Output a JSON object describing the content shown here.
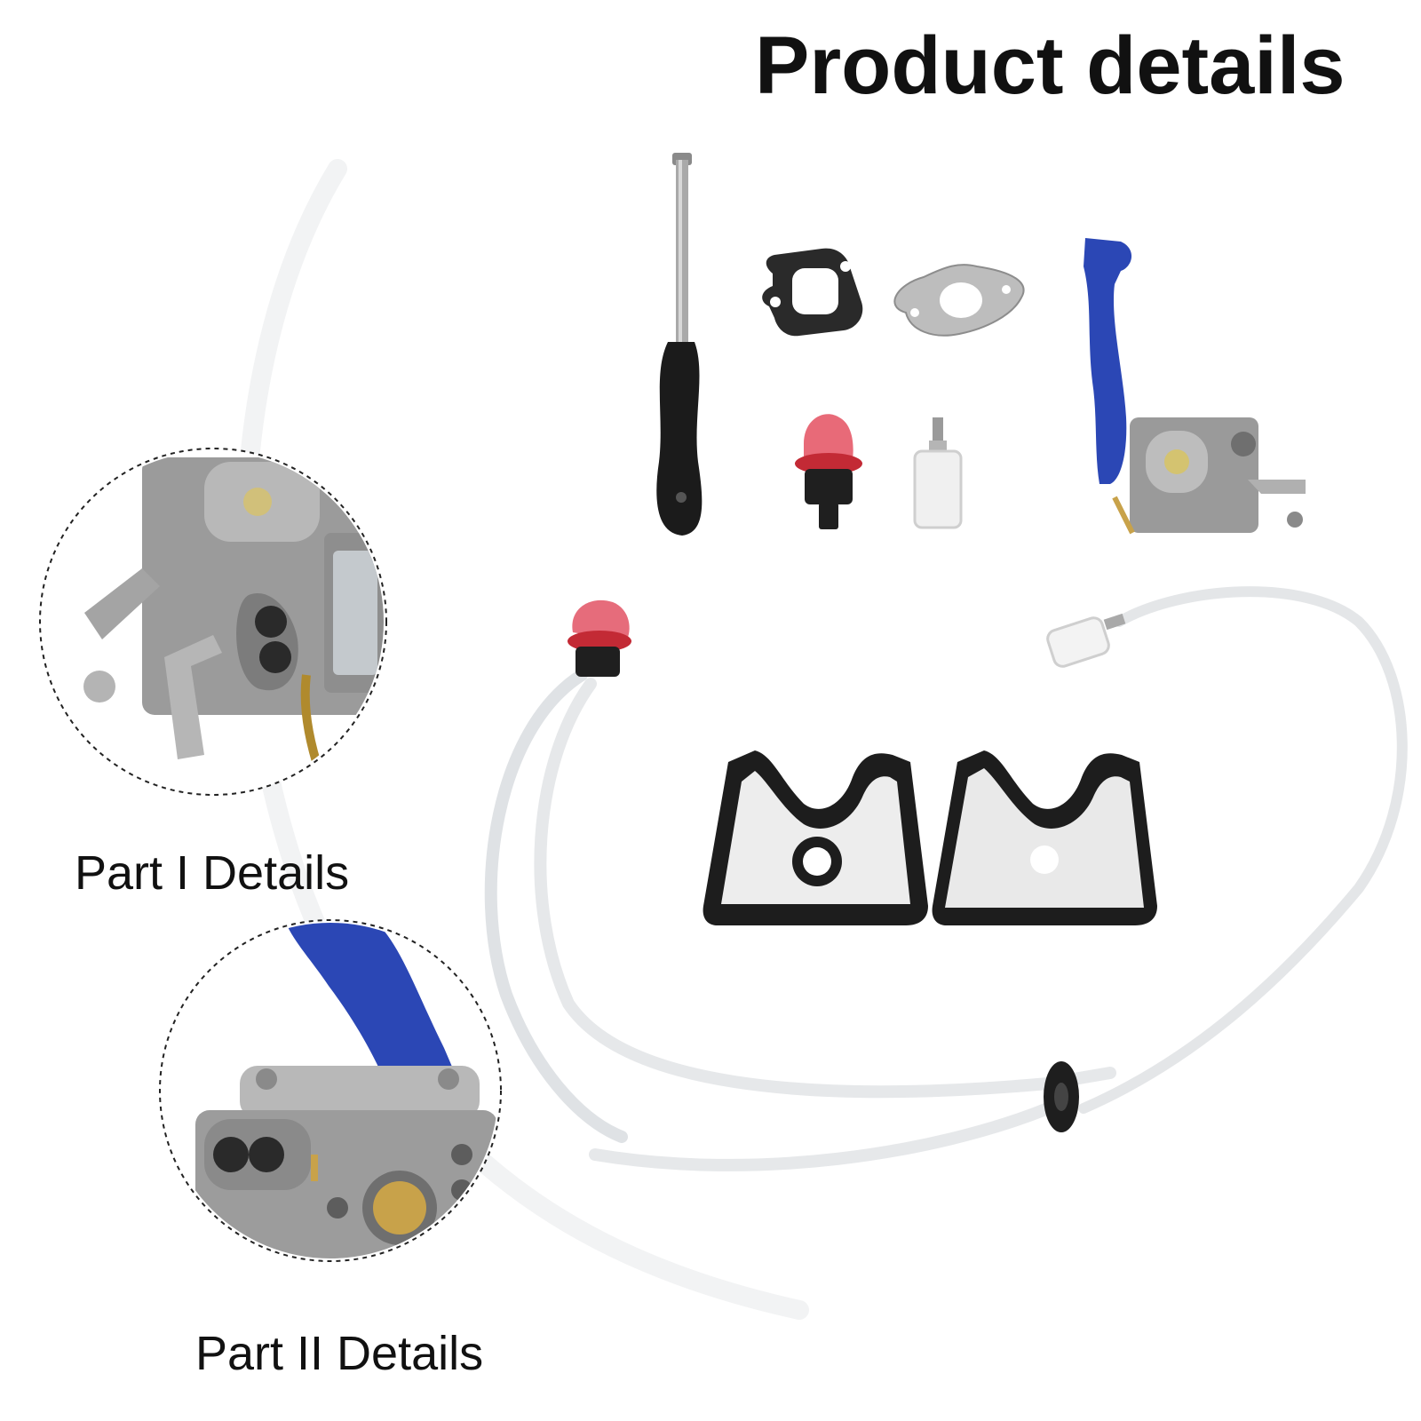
{
  "header": {
    "title": "Product details"
  },
  "callouts": [
    {
      "label": "Part I Details"
    },
    {
      "label": "Part II Details"
    }
  ],
  "palette": {
    "background": "#ffffff",
    "metal": "#9a9a9a",
    "blue_lever": "#2b47b5",
    "primer_red": "#e23a45",
    "gasket_black": "#2a2a2a",
    "filter_white": "#f0f0f0",
    "brass": "#c8a24a",
    "tube": "#e6e8ea"
  },
  "items": [
    {
      "icon": "screwdriver-icon"
    },
    {
      "icon": "gasket-icon"
    },
    {
      "icon": "gasket-metal-icon"
    },
    {
      "icon": "primer-bulb-icon"
    },
    {
      "icon": "fuel-filter-icon"
    },
    {
      "icon": "carburetor-icon"
    },
    {
      "icon": "fuel-line-icon"
    },
    {
      "icon": "air-filter-icon"
    }
  ]
}
